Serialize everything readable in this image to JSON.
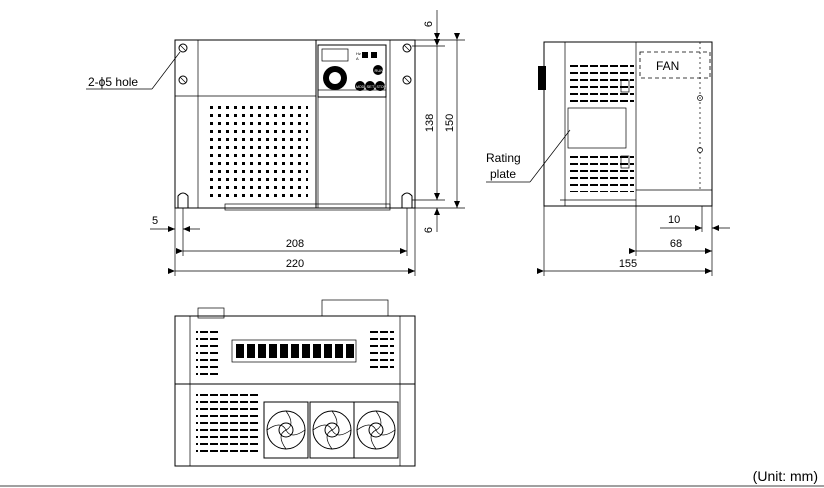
{
  "dimensions": {
    "top_gap": "6",
    "height_inner": "138",
    "height_total": "150",
    "bottom_gap": "6",
    "hole_margin": "5",
    "width_pitch": "208",
    "width_total": "220",
    "depth_total": "155",
    "depth_rear": "68",
    "fan_offset": "10"
  },
  "labels": {
    "hole": "2-ϕ5 hole",
    "rating_line1": "Rating",
    "rating_line2": "plate",
    "fan": "FAN",
    "unit": "(Unit: mm)"
  },
  "keypad": {
    "led_hz": "Hz",
    "led_a": "A",
    "btn_run": "RUN",
    "btn_mode": "MODE",
    "btn_set": "SET",
    "btn_stop": "STOP"
  }
}
